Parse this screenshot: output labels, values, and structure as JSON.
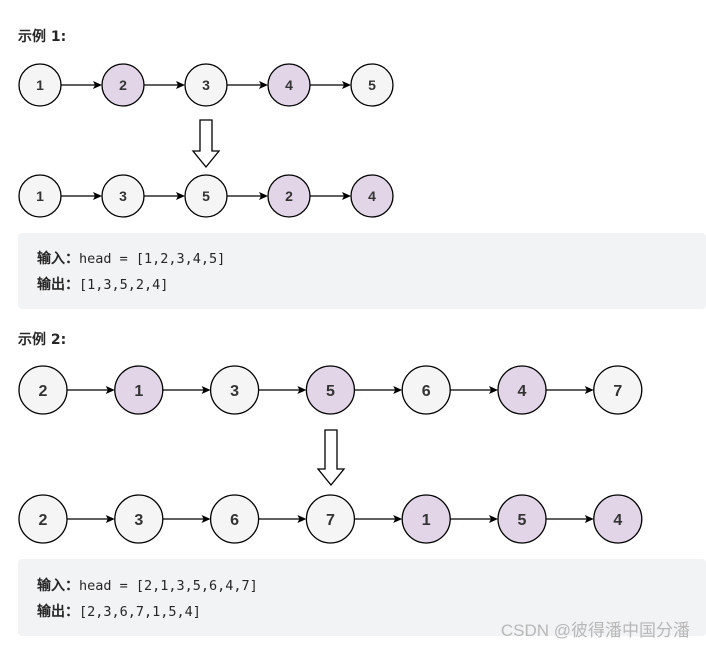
{
  "examples": [
    {
      "title": "示例 1:",
      "before": [
        1,
        2,
        3,
        4,
        5
      ],
      "before_highlight": [
        false,
        true,
        false,
        true,
        false
      ],
      "after": [
        1,
        3,
        5,
        2,
        4
      ],
      "after_highlight": [
        false,
        false,
        false,
        true,
        true
      ],
      "input_label": "输入：",
      "input_value": "head = [1,2,3,4,5]",
      "output_label": "输出：",
      "output_value": "[1,3,5,2,4]"
    },
    {
      "title": "示例 2:",
      "before": [
        2,
        1,
        3,
        5,
        6,
        4,
        7
      ],
      "before_highlight": [
        false,
        true,
        false,
        true,
        false,
        true,
        false
      ],
      "after": [
        2,
        3,
        6,
        7,
        1,
        5,
        4
      ],
      "after_highlight": [
        false,
        false,
        false,
        false,
        true,
        true,
        true
      ],
      "input_label": "输入：",
      "input_value": "head = [2,1,3,5,6,4,7]",
      "output_label": "输出：",
      "output_value": "[2,3,6,7,1,5,4]"
    }
  ],
  "colors": {
    "highlight": "#e1d5e7",
    "plain": "#f5f5f5",
    "stroke": "#000000"
  },
  "watermark": "CSDN @彼得潘中国分潘"
}
